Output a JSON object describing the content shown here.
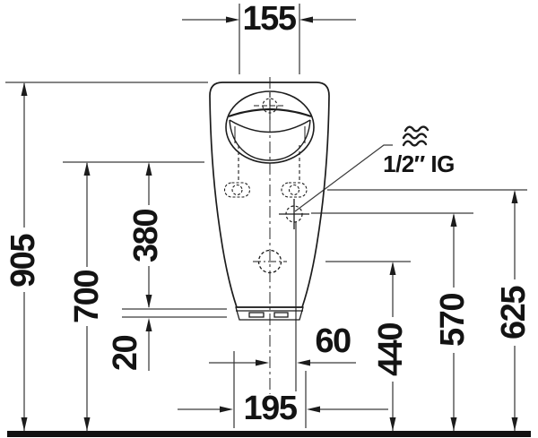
{
  "drawing": {
    "unit_system": "mm",
    "view": "front elevation"
  },
  "dims": {
    "top_width": "155",
    "overall_height": "905",
    "rim_height": "700",
    "mid_span": "380",
    "bottom_gap": "20",
    "outlet_offset": "60",
    "bottom_width": "195",
    "outlet_height": "440",
    "inlet_height": "570",
    "fixing_height": "625"
  },
  "connection": {
    "label": "1/2″ IG",
    "icon": "triple-wave-water-icon"
  },
  "colors": {
    "drawing_line": "#1c1c1c",
    "dimension_line": "#3a3a3a",
    "text": "#131313",
    "ground": "#111111",
    "background": "#ffffff"
  }
}
